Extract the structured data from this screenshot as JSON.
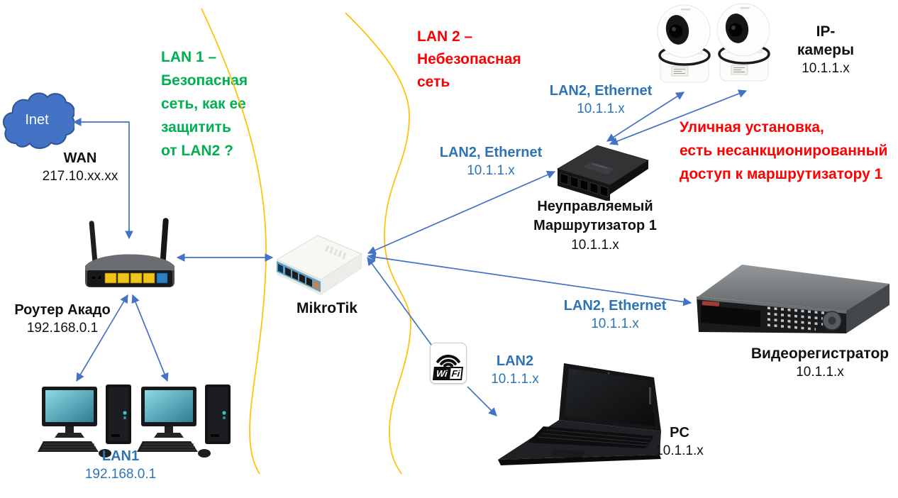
{
  "colors": {
    "blue_text": "#2E74B5",
    "arrow_blue": "#4472C4",
    "green_note": "#00B050",
    "red_note": "#FF0000",
    "zone_line_yellow": "#FFC000",
    "cloud_fill": "#4472C4"
  },
  "zone_notes": {
    "lan1": "LAN 1 –\nБезопасная\nсеть, как ее\nзащитить\nот LAN2 ?",
    "lan2": "LAN 2 –\nНебезопасная\nсеть",
    "street": "Уличная установка,\nесть несанкционированный\nдоступ к маршрутизатору 1"
  },
  "nodes": {
    "inet": {
      "label": "Inet"
    },
    "wan": {
      "title": "WAN",
      "ip": "217.10.xx.xx"
    },
    "akado": {
      "title": "Роутер Акадо",
      "ip": "192.168.0.1"
    },
    "mikrotik": {
      "title": "MikroTik"
    },
    "lan1": {
      "title": "LAN1",
      "ip": "192.168.0.1"
    },
    "switch": {
      "title_line1": "Неуправляемый",
      "title_line2": "Маршрутизатор 1",
      "ip": "10.1.1.x"
    },
    "cameras": {
      "title": "IP-камеры",
      "ip": "10.1.1.x"
    },
    "dvr": {
      "title": "Видеорегистратор",
      "ip": "10.1.1.x"
    },
    "pc": {
      "title": "PC",
      "ip": "10.1.1.x"
    },
    "wifi": {
      "badge_left": "Wi",
      "badge_right": "Fi",
      "label": "LAN2",
      "ip": "10.1.1.x"
    }
  },
  "links": {
    "to_switch": {
      "label": "LAN2, Ethernet",
      "ip": "10.1.1.x"
    },
    "to_cameras": {
      "label": "LAN2, Ethernet",
      "ip": "10.1.1.x"
    },
    "to_dvr": {
      "label": "LAN2, Ethernet",
      "ip": "10.1.1.x"
    }
  }
}
